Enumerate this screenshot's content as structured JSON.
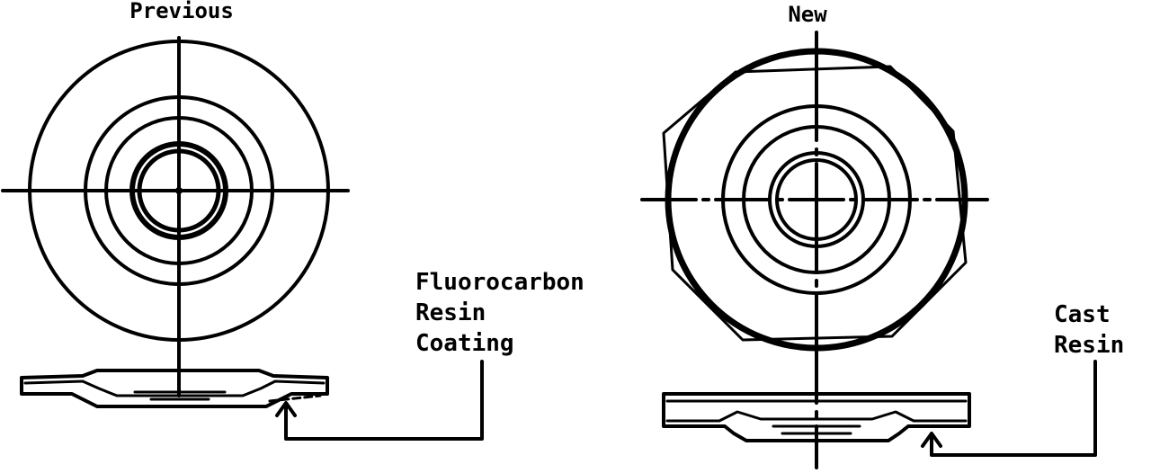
{
  "diagram": {
    "left": {
      "title": "Previous",
      "callout": [
        "Fluorocarbon",
        "Resin",
        "Coating"
      ]
    },
    "right": {
      "title": "New",
      "callout": [
        "Cast",
        "Resin"
      ]
    }
  },
  "colors": {
    "ink": "#000000",
    "paper": "#ffffff"
  }
}
